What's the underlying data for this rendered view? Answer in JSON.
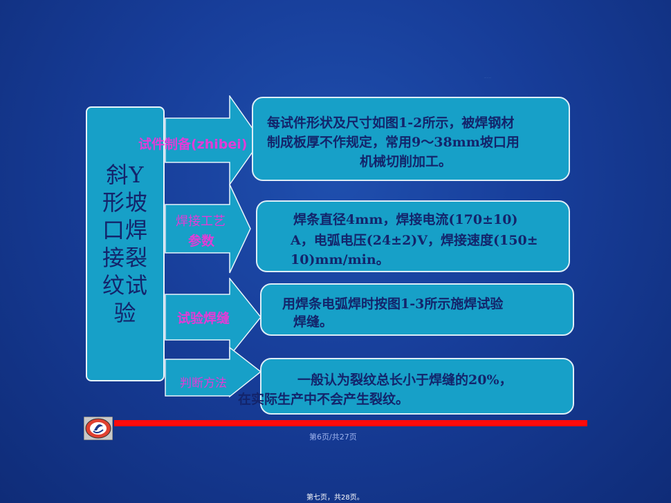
{
  "slide": {
    "tiny_mark": "··· ·· ···",
    "title": "斜Y形坡口焊接裂纹试验",
    "steps": [
      {
        "label": "试件制备(zhibei)",
        "lines": [
          "每试件形状及尺寸如图1-2所示，被焊钢材",
          "制成板厚不作规定，常用9～38mm坡口用",
          "机械切削加工。"
        ]
      },
      {
        "label_line1": "焊接工艺",
        "label_line2": "参数",
        "lines": [
          "焊条直径4mm，焊接电流(170±10)",
          "A，电弧电压(24±2)V，焊接速度(150±",
          "10)mm/min。"
        ]
      },
      {
        "label": "试验焊缝",
        "lines": [
          "用焊条电弧焊时按图1-3所示施焊试验",
          "焊缝。"
        ]
      },
      {
        "label": "判断方法",
        "lines": [
          "一般认为裂纹总长小于焊缝的20%，",
          "在实际生产中不会产生裂纹。"
        ]
      }
    ],
    "page_number": "第6页/共27页",
    "footer": "第七页，共28页。"
  },
  "colors": {
    "background": "#173d99",
    "box_fill": "#17a0c8",
    "text_dark": "#13246b",
    "label_magenta": "#e23cd7",
    "bar_red": "#ff0a0a"
  },
  "icons": {
    "logo": "circular-emblem-icon"
  }
}
